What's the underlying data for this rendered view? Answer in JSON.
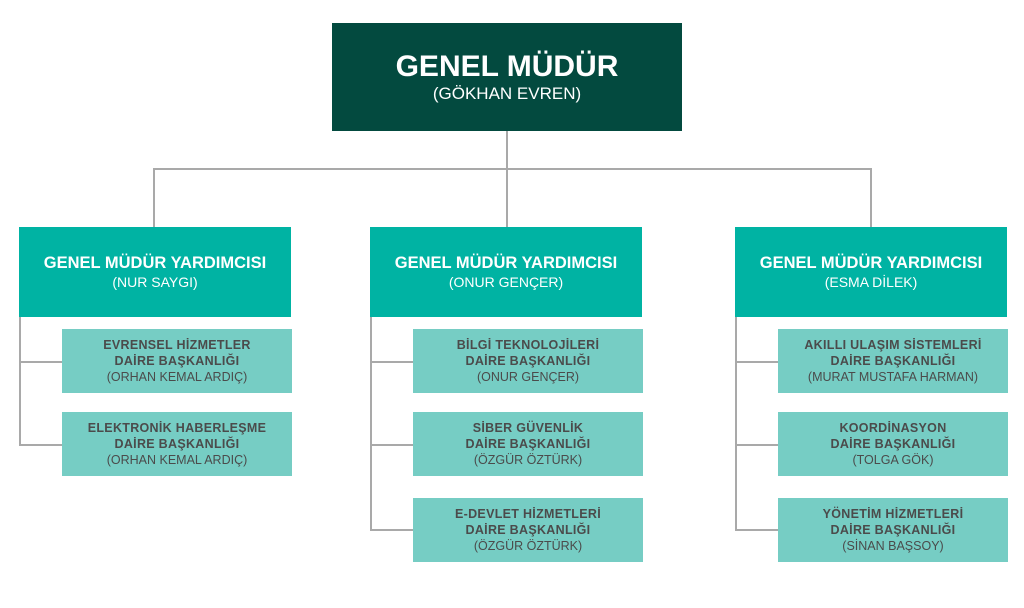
{
  "root": {
    "title": "GENEL MÜDÜR",
    "name": "(GÖKHAN EVREN)"
  },
  "deputies": [
    {
      "title": "GENEL MÜDÜR YARDIMCISI",
      "name": "(NUR SAYGI)",
      "units": [
        {
          "line1": "EVRENSEL HİZMETLER",
          "line2": "DAİRE BAŞKANLIĞI",
          "name": "(ORHAN KEMAL ARDIÇ)"
        },
        {
          "line1": "ELEKTRONİK HABERLEŞME",
          "line2": "DAİRE BAŞKANLIĞI",
          "name": "(ORHAN KEMAL ARDIÇ)"
        }
      ]
    },
    {
      "title": "GENEL MÜDÜR YARDIMCISI",
      "name": "(ONUR GENÇER)",
      "units": [
        {
          "line1": "BİLGİ TEKNOLOJİLERİ",
          "line2": "DAİRE BAŞKANLIĞI",
          "name": "(ONUR GENÇER)"
        },
        {
          "line1": "SİBER GÜVENLİK",
          "line2": "DAİRE BAŞKANLIĞI",
          "name": "(ÖZGÜR ÖZTÜRK)"
        },
        {
          "line1": "E-DEVLET HİZMETLERİ",
          "line2": "DAİRE BAŞKANLIĞI",
          "name": "(ÖZGÜR ÖZTÜRK)"
        }
      ]
    },
    {
      "title": "GENEL MÜDÜR YARDIMCISI",
      "name": "(ESMA DİLEK)",
      "units": [
        {
          "line1": "AKILLI ULAŞIM SİSTEMLERİ",
          "line2": "DAİRE BAŞKANLIĞI",
          "name": "(MURAT MUSTAFA HARMAN)"
        },
        {
          "line1": "KOORDİNASYON",
          "line2": "DAİRE BAŞKANLIĞI",
          "name": "(TOLGA GÖK)"
        },
        {
          "line1": "YÖNETİM HİZMETLERİ",
          "line2": "DAİRE BAŞKANLIĞI",
          "name": "(SİNAN BAŞSOY)"
        }
      ]
    }
  ]
}
